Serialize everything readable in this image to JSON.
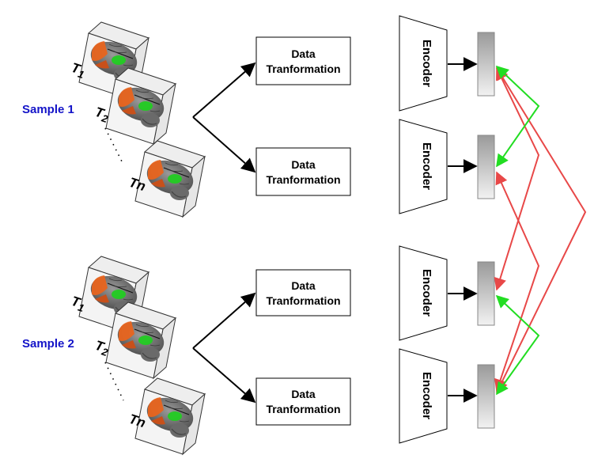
{
  "colors": {
    "sample_label": "#1414c8",
    "positive_arrow": "#22dd22",
    "negative_arrow": "#e84848",
    "cortex_orange": "#e8641e",
    "region_green": "#22cc22"
  },
  "samples": [
    {
      "label": "Sample 1",
      "t_first": "T",
      "t_first_sub": "1",
      "t_second": "T",
      "t_second_sub": "2",
      "t_last": "Tn"
    },
    {
      "label": "Sample 2",
      "t_first": "T",
      "t_first_sub": "1",
      "t_second": "T",
      "t_second_sub": "2",
      "t_last": "Tn"
    }
  ],
  "transform_boxes": [
    {
      "line1": "Data",
      "line2": "Tranformation"
    },
    {
      "line1": "Data",
      "line2": "Tranformation"
    },
    {
      "line1": "Data",
      "line2": "Tranformation"
    },
    {
      "line1": "Data",
      "line2": "Tranformation"
    }
  ],
  "encoders": [
    {
      "label": "Encoder"
    },
    {
      "label": "Encoder"
    },
    {
      "label": "Encoder"
    },
    {
      "label": "Encoder"
    }
  ],
  "icons": [
    "brain-volume-icon"
  ]
}
